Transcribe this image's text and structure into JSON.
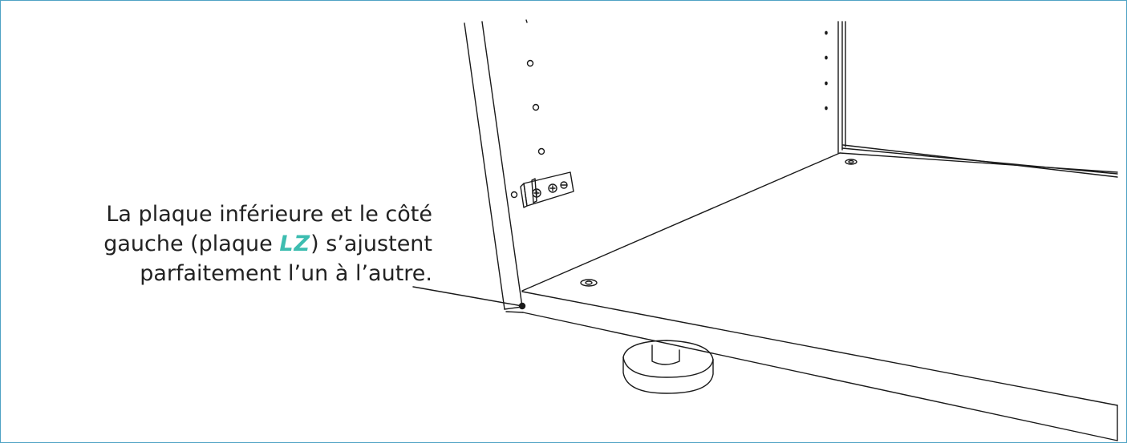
{
  "caption": {
    "line1": "La plaque inférieure et le côté",
    "line2_before": "gauche (plaque ",
    "code": "LZ",
    "line2_after": ") s’ajustent",
    "line3": "parfaitement l’un à l’autre."
  },
  "colors": {
    "frame": "#4fa3c4",
    "accent": "#3dbdb0",
    "line": "#1a1a1a",
    "text": "#222222"
  }
}
